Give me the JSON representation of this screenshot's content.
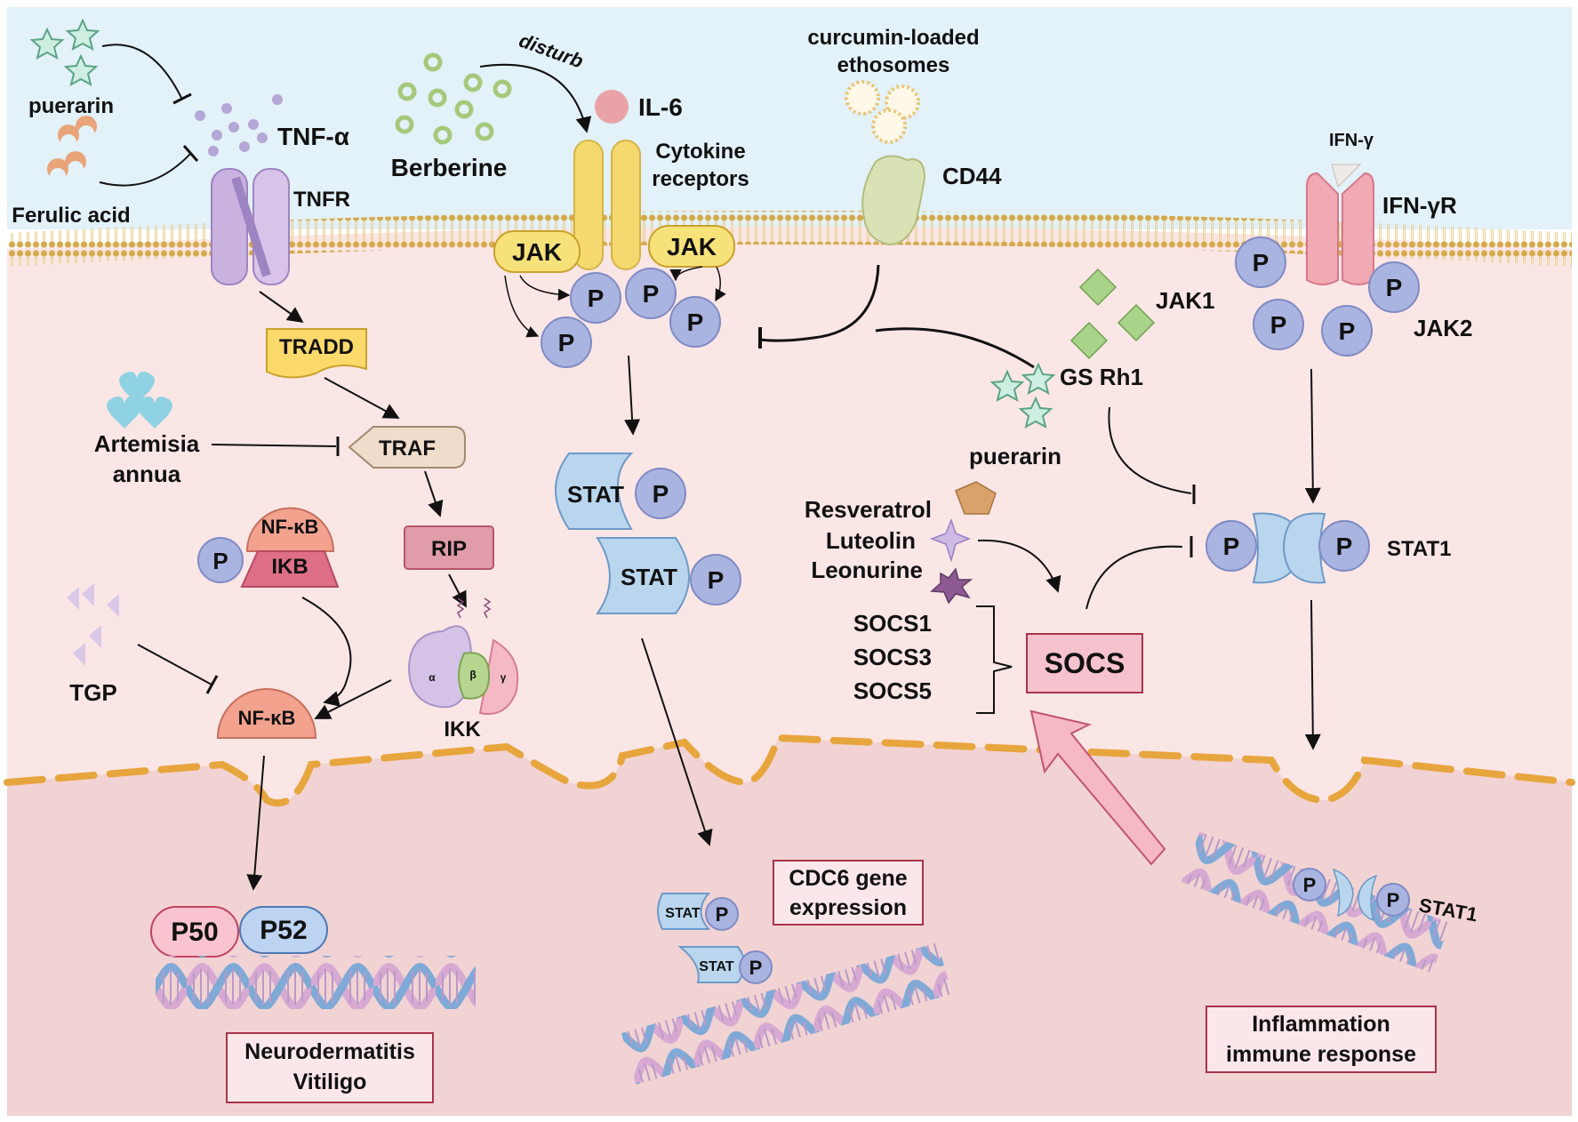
{
  "colors": {
    "extracellular": "#e3f1f8",
    "cytoplasm": "#fbe6e6",
    "nucleus": "#f2d3d3",
    "membrane": "#d6a94a",
    "nuclear_envelope": "#e7a53d",
    "phospho": "#aab4e0",
    "stat": "#b9d6ee",
    "jak": "#f7e27a",
    "receptor_yellow": "#f5d96e",
    "tnfr": "#c9b2df",
    "ifngr": "#f1a9b4",
    "cd44": "#d9e2b4",
    "socs_box": "#f6c2cd",
    "box_border": "#a8334a"
  },
  "molecules": {
    "puerarin_top": "puerarin",
    "ferulic_acid": "Ferulic acid",
    "tnf_alpha": "TNF-α",
    "tnfr": "TNFR",
    "berberine": "Berberine",
    "disturb": "disturb",
    "il6": "IL-6",
    "cytokine_receptors_1": "Cytokine",
    "cytokine_receptors_2": "receptors",
    "curcumin_1": "curcumin-loaded",
    "curcumin_2": "ethosomes",
    "cd44": "CD44",
    "ifn_gamma": "IFN-γ",
    "ifn_gamma_r": "IFN-γR",
    "jak_left": "JAK",
    "jak_right": "JAK",
    "jak1": "JAK1",
    "jak2": "JAK2",
    "gs_rh1": "GS Rh1",
    "puerarin_mid": "puerarin",
    "tradd": "TRADD",
    "traf": "TRAF",
    "rip": "RIP",
    "ikk": "IKK",
    "ikk_alpha": "α",
    "ikk_beta": "β",
    "ikk_gamma": "γ",
    "artemisia_1": "Artemisia",
    "artemisia_2": "annua",
    "nfkb_complex": "NF-κB",
    "ikb": "IKB",
    "nfkb": "NF-κB",
    "tgp": "TGP",
    "stat_1": "STAT",
    "stat_2": "STAT",
    "resveratrol": "Resveratrol",
    "luteolin": "Luteolin",
    "leonurine": "Leonurine",
    "socs1": "SOCS1",
    "socs3": "SOCS3",
    "socs5": "SOCS5",
    "socs": "SOCS",
    "stat1_cyto": "STAT1",
    "p": "P",
    "p50": "P50",
    "p52": "P52",
    "stat_nuc_1": "STAT",
    "stat_nuc_2": "STAT",
    "stat1_nuc": "STAT1"
  },
  "outcomes": {
    "neuro_1": "Neurodermatitis",
    "neuro_2": "Vitiligo",
    "cdc6_1": "CDC6 gene",
    "cdc6_2": "expression",
    "inflam_1": "Inflammation",
    "inflam_2": "immune response"
  }
}
